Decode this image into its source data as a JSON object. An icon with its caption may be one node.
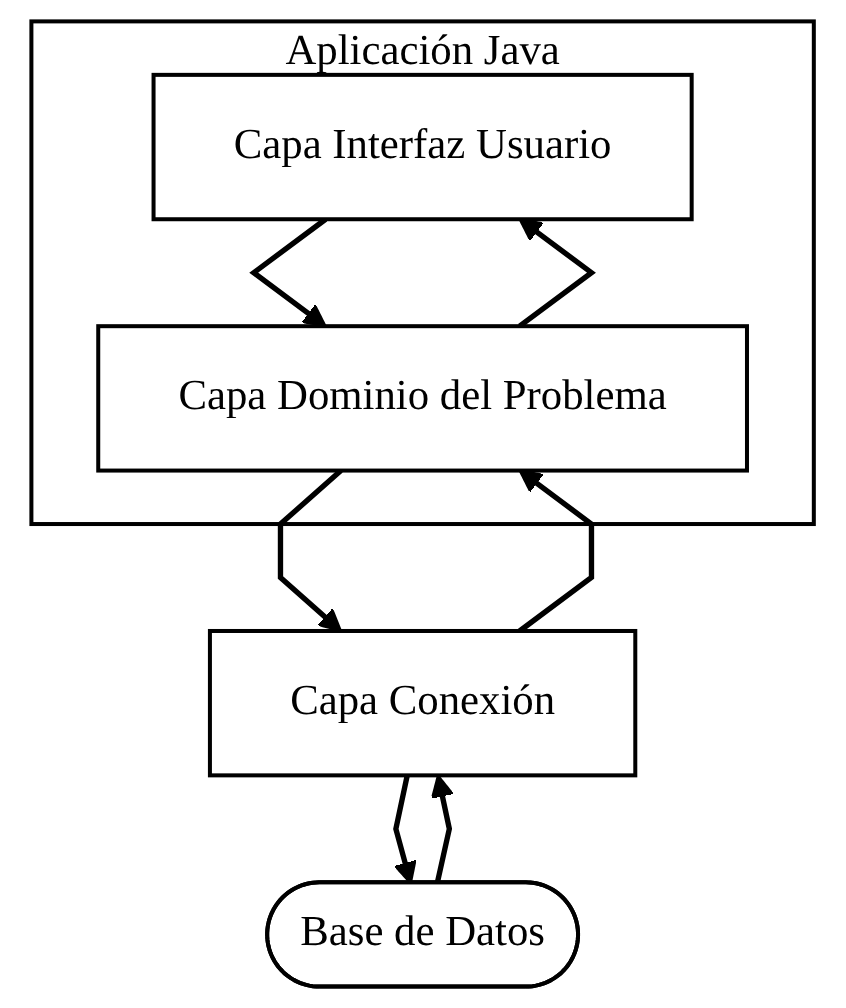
{
  "diagram": {
    "nodes": [
      {
        "text": [
          "Aplicación Java"
        ]
      },
      {
        "text": [
          "Capa Interfaz Usuario"
        ],
        "in": 0
      },
      {
        "text": [
          "Capa Dominio del Problema"
        ],
        "in": 0
      },
      {
        "text": [
          "Capa Conexión"
        ]
      },
      {
        "text": [
          "Base de Datos"
        ]
      }
    ],
    "edges": [
      {
        "from": 2,
        "to": 1,
        "arrow": "to"
      },
      {
        "from": 1,
        "to": 2,
        "arrow": "to"
      },
      {
        "from": 3,
        "to": 2,
        "arrow": "to"
      },
      {
        "from": 2,
        "to": 3,
        "arrow": "to"
      },
      {
        "from": 4,
        "to": 3,
        "arrow": "to"
      },
      {
        "from": 3,
        "to": 4,
        "arrow": "to"
      }
    ]
  }
}
